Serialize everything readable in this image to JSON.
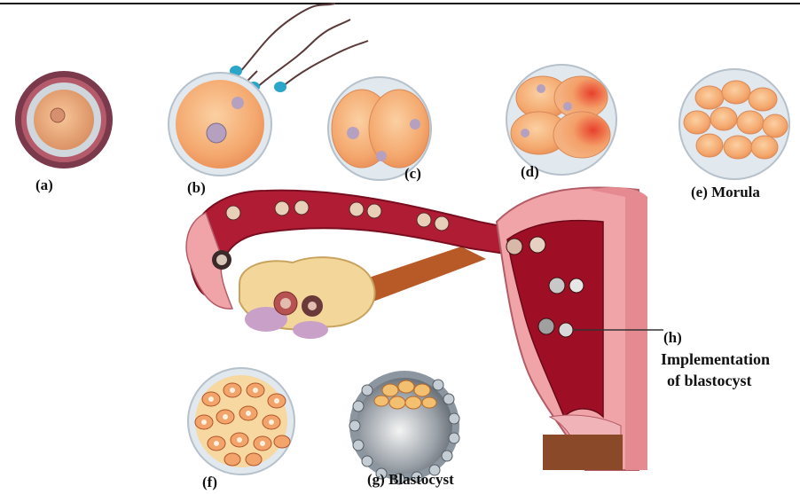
{
  "labels": {
    "a": "(a)",
    "b": "(b)",
    "c": "(c)",
    "d": "(d)",
    "e": "(e) Morula",
    "f": "(f)",
    "g": "(g) Blastocyst",
    "h_line1": "(h)",
    "h_line2": "Implementation",
    "h_line3": "of blastocyst"
  },
  "colors": {
    "cytoplasm": "#f5b07a",
    "membrane": "#d8e2ea",
    "oviduct": "#b01c34",
    "uterus_wall": "#f0a4a8",
    "uterus_cavity": "#9e0f26",
    "ovary": "#f3d79a",
    "ligament": "#b85a28",
    "sperm_head": "#2aa6c8"
  }
}
